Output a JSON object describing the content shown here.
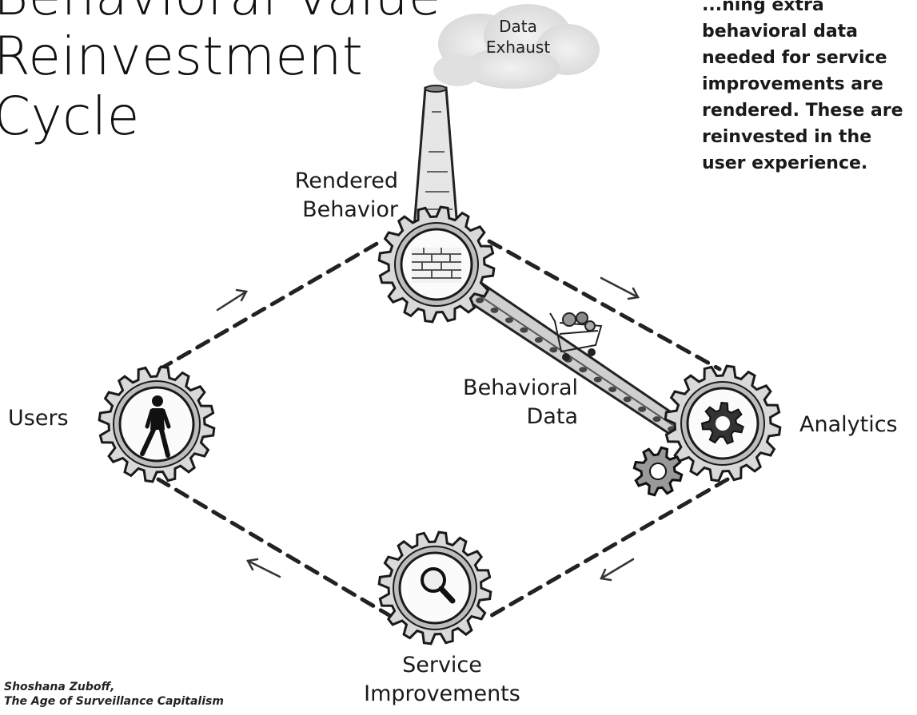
{
  "title": {
    "line1": "Behavioral Value",
    "line2": "Reinvestment",
    "line3": "Cycle"
  },
  "note": {
    "line0": "...ning extra",
    "line1": "behavioral data",
    "line2": "needed for service",
    "line3": "improvements are",
    "line4": "rendered. These are",
    "line5": "reinvested in the",
    "line6": "user experience."
  },
  "smoke": {
    "line1": "Data",
    "line2": "Exhaust"
  },
  "nodes": {
    "rendered": {
      "line1": "Rendered",
      "line2": "Behavior"
    },
    "users": "Users",
    "analytics": "Analytics",
    "service": {
      "line1": "Service",
      "line2": "Improvements"
    }
  },
  "conveyor": {
    "line1": "Behavioral",
    "line2": "Data"
  },
  "credit": {
    "line1": "Shoshana Zuboff,",
    "line2": "The Age of Surveillance Capitalism"
  },
  "colors": {
    "ink": "#1a1a1a",
    "gear_fill": "#d9d9d9",
    "smoke": "#e4e4e4"
  },
  "icons": [
    "smokestack-icon",
    "brick-wall-icon",
    "walking-person-icon",
    "gear-icon",
    "magnifier-icon",
    "shopping-cart-icon"
  ]
}
